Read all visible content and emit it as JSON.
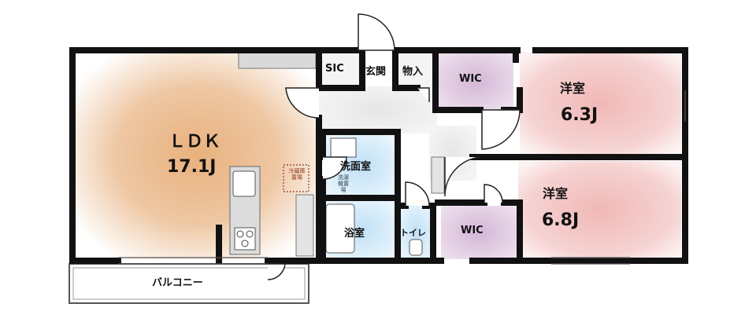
{
  "rooms": {
    "ldk": {
      "name": "ＬＤＫ",
      "size": "17.1J",
      "color": "#e9b17d"
    },
    "western1": {
      "name": "洋室",
      "size": "6.3J",
      "color": "#f2c0bf"
    },
    "western2": {
      "name": "洋室",
      "size": "6.8J",
      "color": "#f2c0bf"
    },
    "wic1": {
      "name": "WIC",
      "color": "#d8bfd8"
    },
    "wic2": {
      "name": "WIC",
      "color": "#d8bfd8"
    },
    "sic": {
      "name": "SIC"
    },
    "entrance": {
      "name": "玄関"
    },
    "storage": {
      "name": "物入"
    },
    "washroom": {
      "name": "洗面室",
      "color": "#c7e3f5"
    },
    "bathroom": {
      "name": "浴室",
      "color": "#c7e3f5"
    },
    "toilet": {
      "name": "トイレ",
      "color": "#c7e3f5"
    },
    "balcony": {
      "name": "バルコニー"
    }
  },
  "fixtures": {
    "fridge_space": "冷蔵庫置場",
    "laundry_space": "洗濯機置場"
  }
}
